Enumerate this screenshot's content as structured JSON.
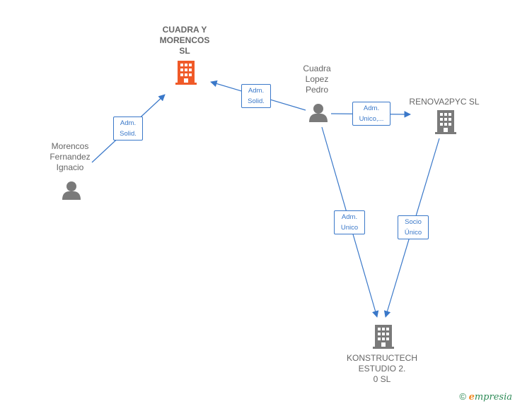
{
  "colors": {
    "edge": "#3a78c9",
    "person": "#7a7a7a",
    "company": "#7a7a7a",
    "highlight": "#f05a28",
    "label_text": "#666666"
  },
  "nodes": {
    "cuadra_morencos": {
      "label": "CUADRA Y\nMORENCOS\nSL",
      "icon": "building-icon"
    },
    "morencos": {
      "label": "Morencos\nFernandez\nIgnacio",
      "icon": "person-icon"
    },
    "cuadra_lopez": {
      "label": "Cuadra\nLopez\nPedro",
      "icon": "person-icon"
    },
    "renova2pyc": {
      "label": "RENOVA2PYC SL",
      "icon": "building-icon"
    },
    "konstructech": {
      "label": "KONSTRUCTECH\nESTUDIO 2.\n0  SL",
      "icon": "building-icon"
    }
  },
  "edges": {
    "morencos_cuadra": "Adm.\nSolid.",
    "lopez_cuadra": "Adm.\nSolid.",
    "lopez_renova": "Adm.\nUnico,...",
    "lopez_konstructech": "Adm.\nUnico",
    "renova_konstructech": "Socio\nÚnico"
  },
  "footer": {
    "copyright": "©",
    "brand_initial": "e",
    "brand_rest": "mpresia"
  }
}
